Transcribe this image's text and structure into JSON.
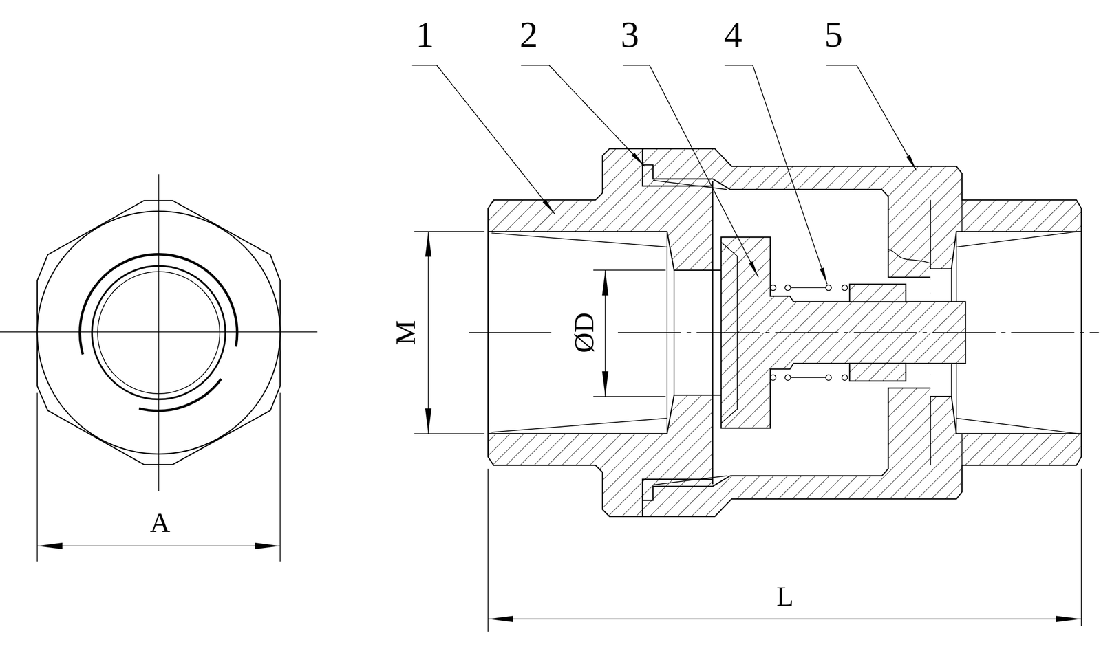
{
  "diagram": {
    "labels": [
      "1",
      "2",
      "3",
      "4",
      "5",
      "M",
      "ØD",
      "A",
      "L"
    ]
  }
}
